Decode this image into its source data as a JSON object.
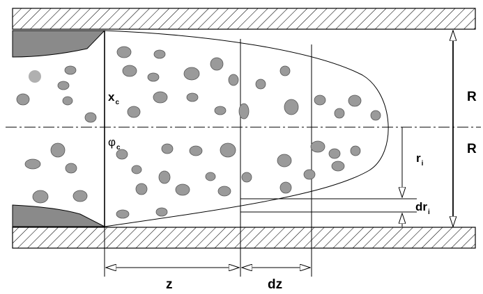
{
  "labels": {
    "xc_symbol": "x",
    "xc_sub": "c",
    "phic_symbol": "φ",
    "phic_sub": "c",
    "r_upper": "R",
    "r_lower": "R",
    "ri_symbol": "r",
    "ri_sub": "i",
    "dri_symbol": "dr",
    "dri_sub": "i",
    "z": "z",
    "dz": "dz"
  },
  "colors": {
    "particle": "#9a9a9a",
    "particle_light": "#b0b0b0",
    "deposit": "#8a8a8a",
    "line": "#000000",
    "background": "#ffffff"
  }
}
